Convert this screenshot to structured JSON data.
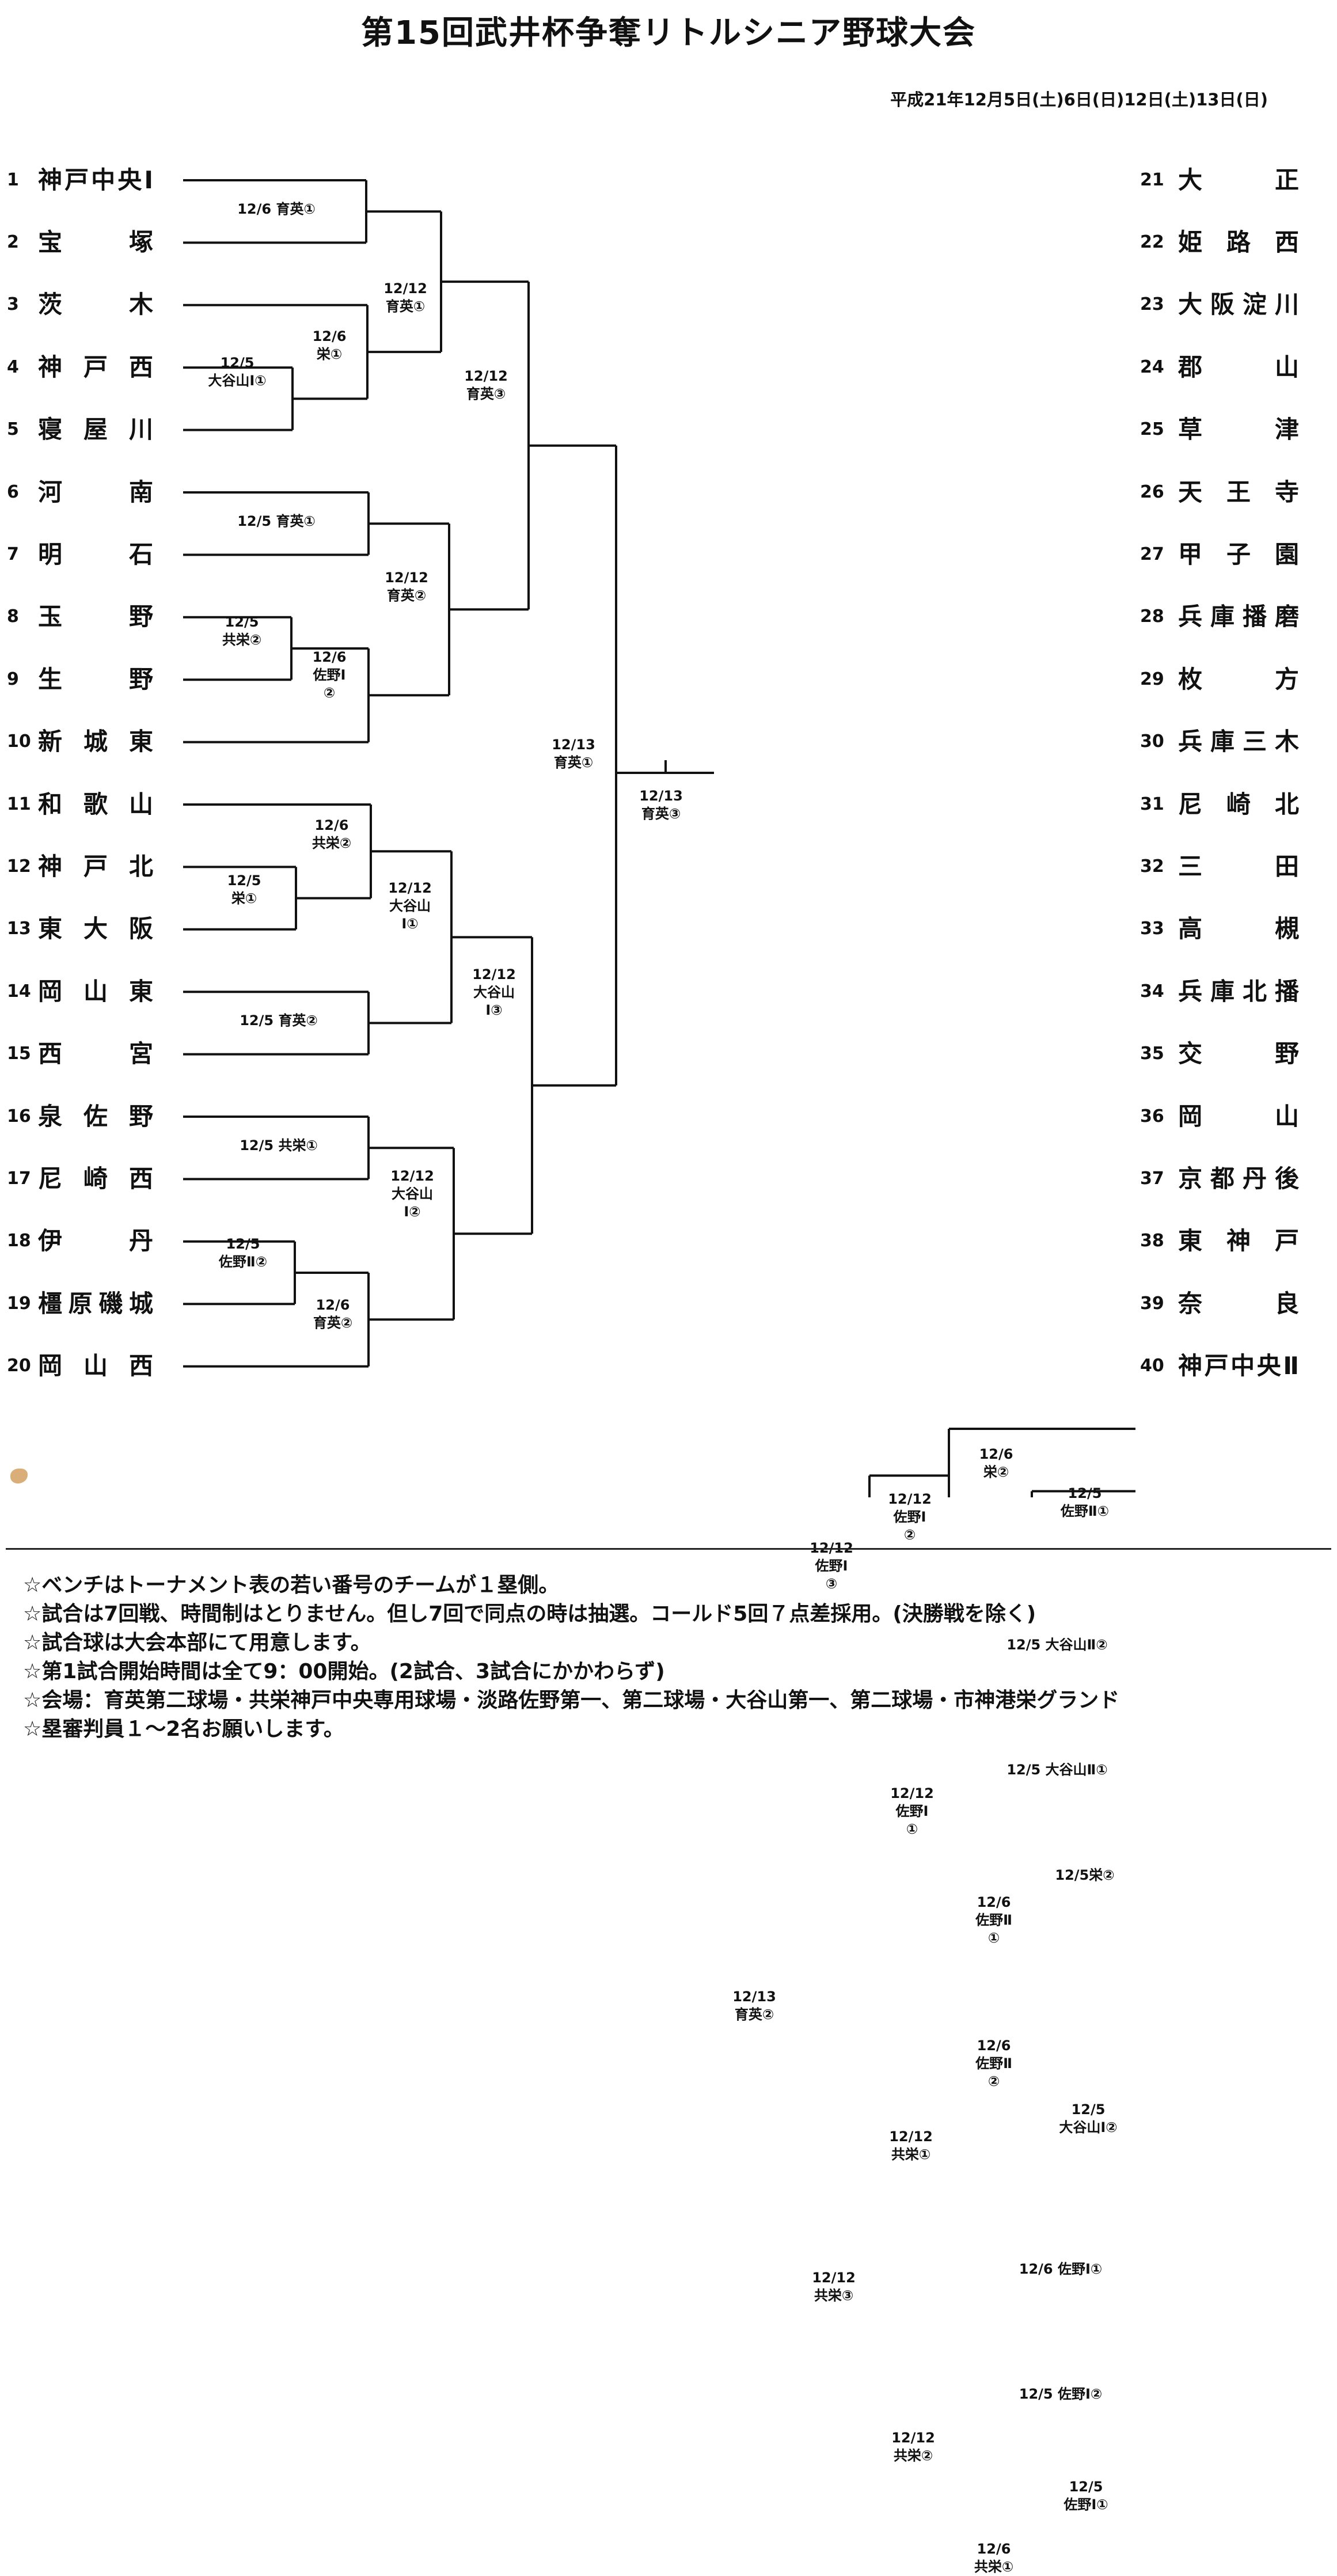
{
  "title": "第15回武井杯争奪リトルシニア野球大会",
  "date": "平成21年12月5日(土)6日(日)12日(土)13日(日)",
  "teams": [
    {
      "n": "1",
      "name": "神戸中央Ⅰ"
    },
    {
      "n": "2",
      "name": "宝塚"
    },
    {
      "n": "3",
      "name": "茨木"
    },
    {
      "n": "4",
      "name": "神戸西"
    },
    {
      "n": "5",
      "name": "寝屋川"
    },
    {
      "n": "6",
      "name": "河南"
    },
    {
      "n": "7",
      "name": "明石"
    },
    {
      "n": "8",
      "name": "玉野"
    },
    {
      "n": "9",
      "name": "生野"
    },
    {
      "n": "10",
      "name": "新城東"
    },
    {
      "n": "11",
      "name": "和歌山"
    },
    {
      "n": "12",
      "name": "神戸北"
    },
    {
      "n": "13",
      "name": "東大阪"
    },
    {
      "n": "14",
      "name": "岡山東"
    },
    {
      "n": "15",
      "name": "西宮"
    },
    {
      "n": "16",
      "name": "泉佐野"
    },
    {
      "n": "17",
      "name": "尼崎西"
    },
    {
      "n": "18",
      "name": "伊丹"
    },
    {
      "n": "19",
      "name": "橿原磯城"
    },
    {
      "n": "20",
      "name": "岡山西"
    },
    {
      "n": "21",
      "name": "大正"
    },
    {
      "n": "22",
      "name": "姫路西"
    },
    {
      "n": "23",
      "name": "大阪淀川"
    },
    {
      "n": "24",
      "name": "郡山"
    },
    {
      "n": "25",
      "name": "草津"
    },
    {
      "n": "26",
      "name": "天王寺"
    },
    {
      "n": "27",
      "name": "甲子園"
    },
    {
      "n": "28",
      "name": "兵庫播磨"
    },
    {
      "n": "29",
      "name": "枚方"
    },
    {
      "n": "30",
      "name": "兵庫三木"
    },
    {
      "n": "31",
      "name": "尼崎北"
    },
    {
      "n": "32",
      "name": "三田"
    },
    {
      "n": "33",
      "name": "高槻"
    },
    {
      "n": "34",
      "name": "兵庫北播"
    },
    {
      "n": "35",
      "name": "交野"
    },
    {
      "n": "36",
      "name": "岡山"
    },
    {
      "n": "37",
      "name": "京都丹後"
    },
    {
      "n": "38",
      "name": "東神戸"
    },
    {
      "n": "39",
      "name": "奈良"
    },
    {
      "n": "40",
      "name": "神戸中央Ⅱ"
    }
  ],
  "matches": [
    "12/6 育英①",
    "12/5\n大谷山Ⅰ①",
    "12/6\n栄①",
    "12/12\n育英①",
    "12/5 育英①",
    "12/5\n共栄②",
    "12/6\n佐野Ⅰ\n②",
    "12/12\n育英②",
    "12/12\n育英③",
    "12/5\n栄①",
    "12/6\n共栄②",
    "12/5 育英②",
    "12/12\n大谷山\nⅠ①",
    "12/5 共栄①",
    "12/5\n佐野Ⅱ②",
    "12/6\n育英②",
    "12/12\n大谷山\nⅠ②",
    "12/12\n大谷山\nⅠ③",
    "12/13\n育英①",
    "12/5\n佐野Ⅱ①",
    "12/6\n栄②",
    "12/5 大谷山Ⅱ②",
    "12/12\n佐野Ⅰ\n②",
    "12/5 大谷山Ⅱ①",
    "12/5栄②",
    "12/6\n佐野Ⅱ\n①",
    "12/12\n佐野Ⅰ\n①",
    "12/12\n佐野Ⅰ\n③",
    "12/5\n大谷山Ⅰ②",
    "12/6\n佐野Ⅱ\n②",
    "12/6 佐野Ⅰ①",
    "12/12\n共栄①",
    "12/5 佐野Ⅰ②",
    "12/5\n佐野Ⅰ①",
    "12/6\n共栄①",
    "12/12\n共栄②",
    "12/12\n共栄③",
    "12/13\n育英②",
    "12/13\n育英③"
  ],
  "notes": [
    "☆ベンチはトーナメント表の若い番号のチームが１塁側。",
    "☆試合は7回戦、時間制はとりません。但し7回で同点の時は抽選。コールド5回７点差採用。(決勝戦を除く)",
    "☆試合球は大会本部にて用意します。",
    "☆第1試合開始時間は全て9：00開始。(2試合、3試合にかかわらず)",
    "☆会場：育英第二球場・共栄神戸中央専用球場・淡路佐野第一、第二球場・大谷山第一、第二球場・市神港栄グランド",
    "☆塁審判員１～2名お願いします。"
  ]
}
